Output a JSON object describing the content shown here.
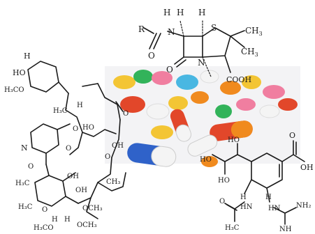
{
  "figure": {
    "description_free": true,
    "colors": {
      "ink": "#1a1a1a",
      "background": "#ffffff",
      "pill_blue": "#2f62c9",
      "pill_red": "#e2472a",
      "pill_orange": "#f08a1e",
      "pill_yellow": "#f3c534",
      "pill_green": "#32b35a",
      "pill_pink": "#f07ea0",
      "pill_white": "#f4f4f4",
      "pill_cyan": "#49b7e2"
    },
    "labels": {
      "penicillin": {
        "H1": "H",
        "H2": "H",
        "H3": "H",
        "R": "R",
        "N1": "N",
        "O1": "O",
        "S": "S",
        "CH3_1": "CH",
        "CH3_1_sub": "3",
        "CH3_2": "CH",
        "CH3_2_sub": "3",
        "N2": "N",
        "O2": "O",
        "COOH": "COOH"
      },
      "macrolide": {
        "HO": "HO",
        "H3CO": "H₃CO",
        "H_top": "H",
        "H3C_1": "H₃C",
        "H_1": "H",
        "O_1": "O",
        "HO_2": "HO",
        "O_2": "O",
        "N": "N",
        "O_3": "O",
        "O_4": "O",
        "OH_1": "OH",
        "CH3_1": "CH₃",
        "H3C_2": "H₃C",
        "OH_2": "OH",
        "O_5": "O",
        "H3C_3": "H₃C",
        "OCH3_1": "OCH₃",
        "H_2": "H",
        "H_3": "H",
        "O_6": "O",
        "H3CO_2": "H₃CO",
        "OH_3": "OH",
        "OCH3_2": "OCH₃"
      },
      "zanamivir": {
        "O": "O",
        "OH": "OH",
        "HO_1": "HO",
        "HO_2": "HO",
        "HO_3": "HO",
        "H_1": "H",
        "H_2": "H",
        "HN_1": "HN",
        "HN_2": "HN",
        "H3C": "H₃C",
        "O_2": "O",
        "NH2": "NH₂",
        "NH": "NH"
      }
    }
  }
}
